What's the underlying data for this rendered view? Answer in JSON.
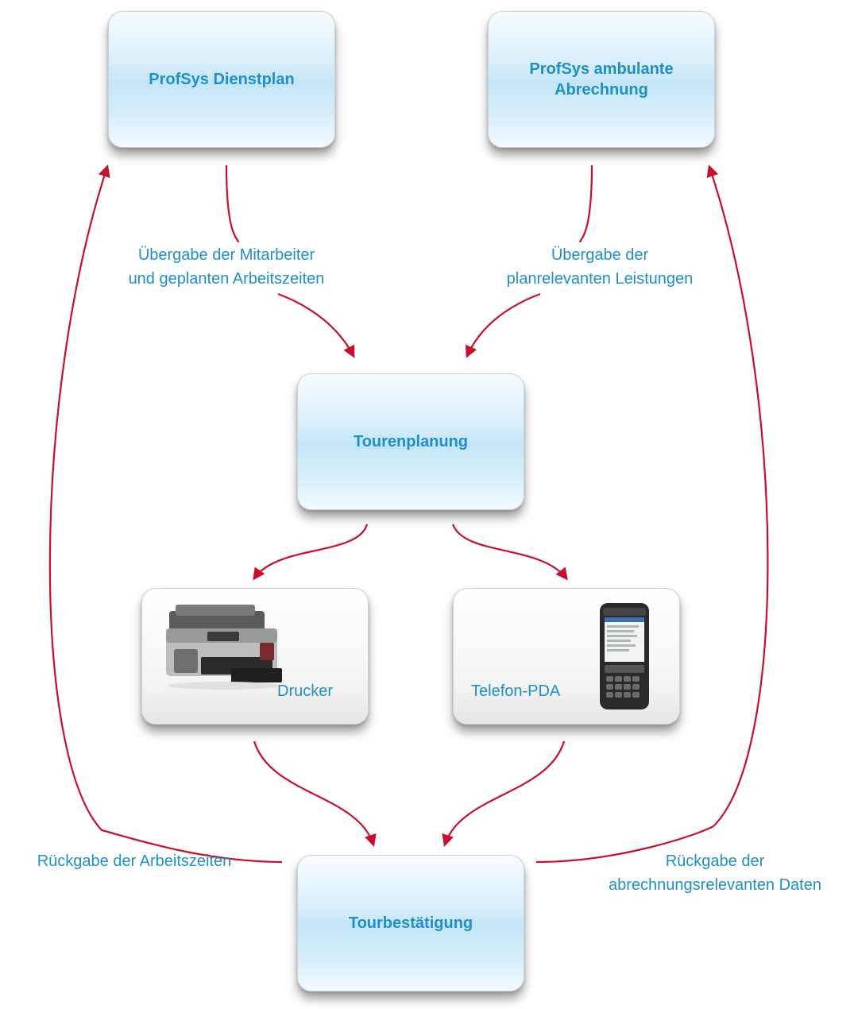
{
  "nodes": {
    "dienstplan": {
      "title": "ProfSys Dienstplan"
    },
    "abrechnung": {
      "title_line1": "ProfSys ambulante",
      "title_line2": "Abrechnung"
    },
    "tourenplanung": {
      "title": "Tourenplanung"
    },
    "drucker": {
      "label": "Drucker",
      "icon": "printer-icon"
    },
    "telefon": {
      "label": "Telefon-PDA",
      "icon": "smartphone-icon"
    },
    "tourbestaetigung": {
      "title": "Tourbestätigung"
    }
  },
  "edges": {
    "mitarbeiter": {
      "line1": "Übergabe der Mitarbeiter",
      "line2": "und geplanten Arbeitszeiten"
    },
    "leistungen": {
      "line1": "Übergabe der",
      "line2": "planrelevanten Leistungen"
    },
    "arbeitszeiten": {
      "line1": "Rückgabe der Arbeitszeiten"
    },
    "abrechnungsdaten": {
      "line1": "Rückgabe der",
      "line2": "abrechnungsrelevanten Daten"
    }
  },
  "colors": {
    "arrow": "#c8102e",
    "text": "#1e8fcd",
    "node_fill": "#cfeafa"
  }
}
